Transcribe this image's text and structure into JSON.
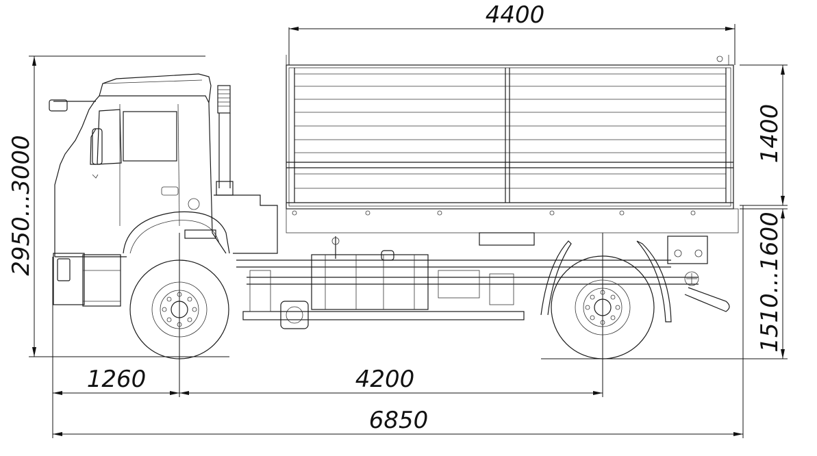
{
  "dimensions": {
    "body_length": "4400",
    "total_height": "2950...3000",
    "body_height": "1400",
    "loading_height": "1510...1600",
    "front_overhang": "1260",
    "wheelbase": "4200",
    "overall_length": "6850"
  }
}
